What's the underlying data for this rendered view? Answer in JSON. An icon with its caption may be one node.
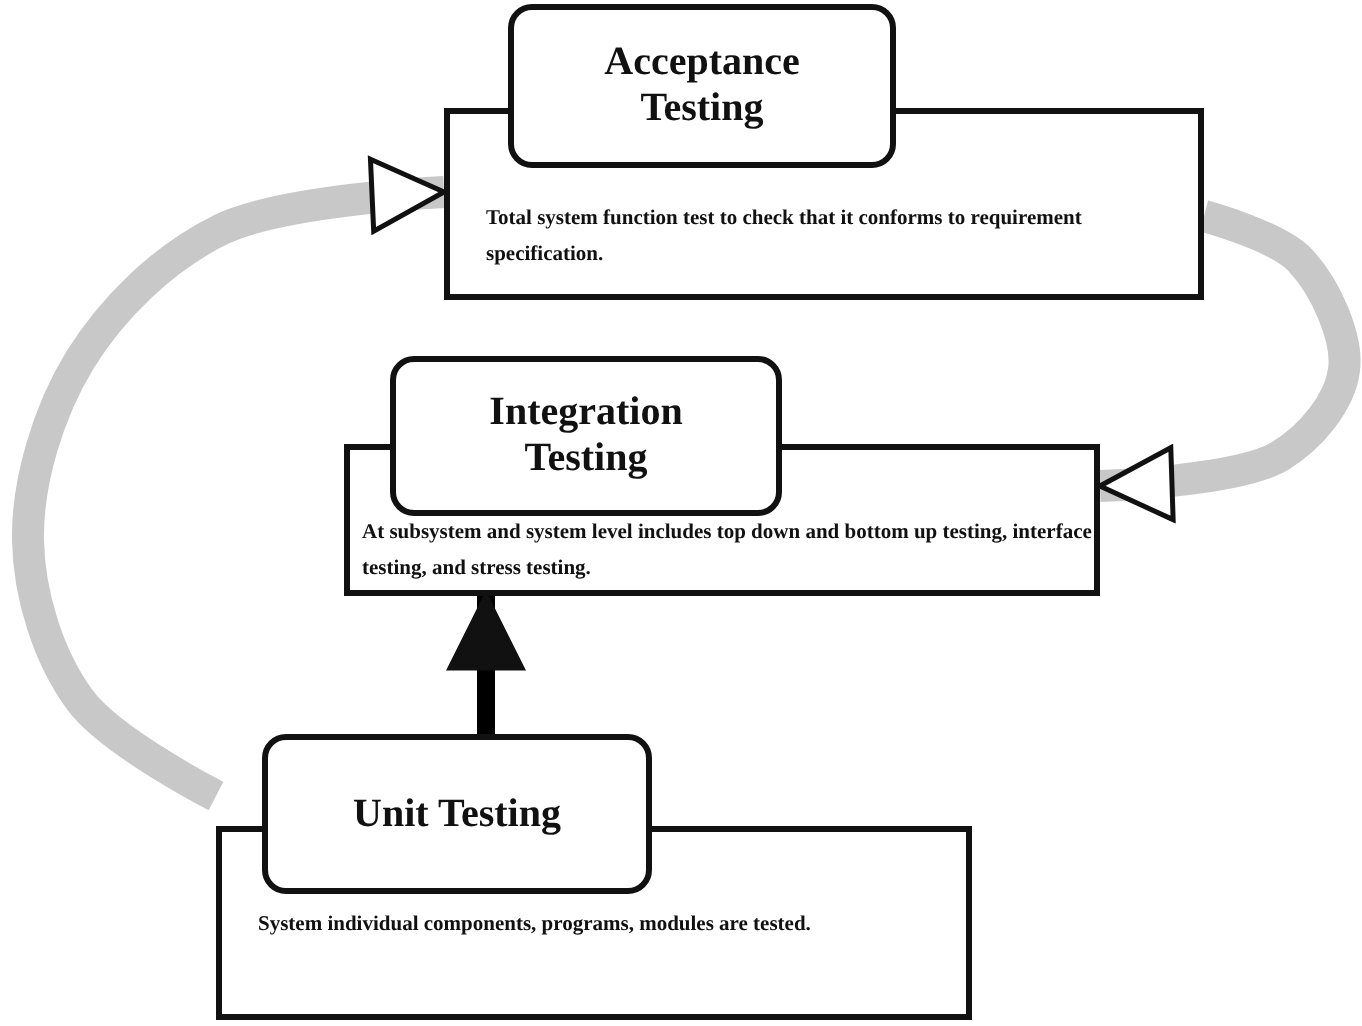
{
  "diagram": {
    "nodes": [
      {
        "text": [
          "Acceptance Testing",
          "Total system function test to check that it conforms to requirement specification."
        ]
      },
      {
        "text": [
          "Integration Testing",
          "At subsystem and system level includes top down and bottom up testing, interface testing, and stress testing."
        ]
      },
      {
        "text": [
          "Unit Testing",
          "System individual components, programs, modules are tested."
        ]
      }
    ],
    "edges": [
      {
        "from": 2,
        "to": 1,
        "arrow": "to",
        "color": "#000000"
      },
      {
        "from": 2,
        "to": 0,
        "arrow": "to"
      },
      {
        "from": 0,
        "to": 1,
        "arrow": "to"
      }
    ]
  }
}
